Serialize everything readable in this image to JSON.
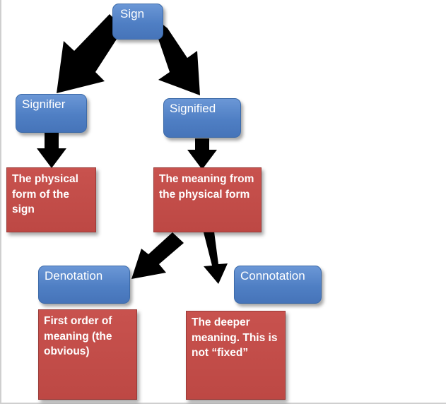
{
  "nodes": {
    "sign": "Sign",
    "signifier": "Signifier",
    "signified": "Signified",
    "signifier_desc": "The physical form of the sign",
    "signified_desc": "The meaning from the physical form",
    "denotation": "Denotation",
    "connotation": "Connotation",
    "denotation_desc": "First order of meaning (the obvious)",
    "connotation_desc": "The deeper meaning. This is not “fixed”"
  },
  "colors": {
    "blue_box": "#4f81bd",
    "red_box": "#c0504d",
    "arrow": "#000000"
  }
}
